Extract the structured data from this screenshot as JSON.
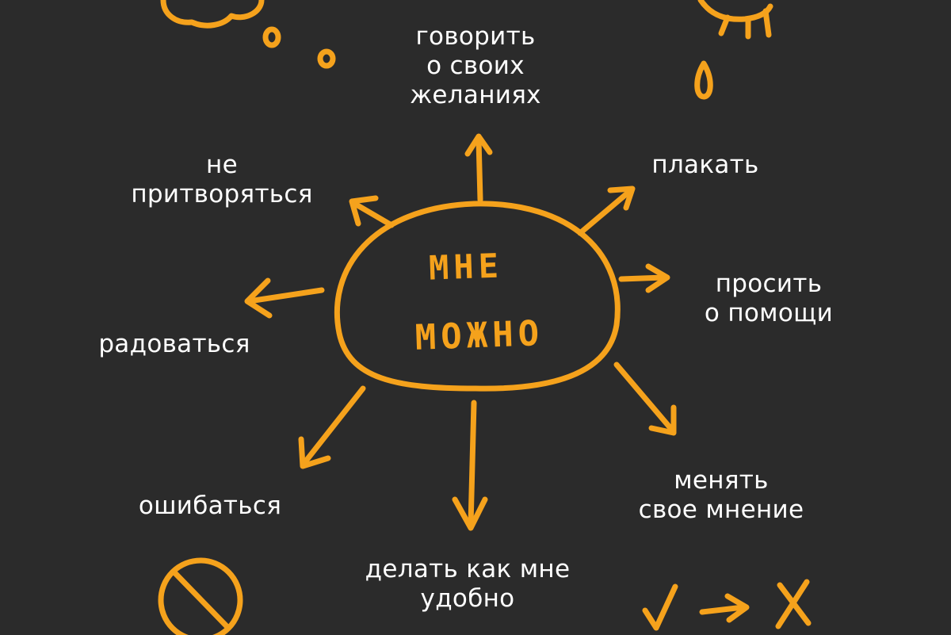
{
  "colors": {
    "background": "#2b2b2b",
    "accent": "#f5a21c",
    "text": "#ffffff"
  },
  "center": {
    "line1": "МНЕ",
    "line2": "МОЖНО"
  },
  "labels": {
    "speak_wishes": "говорить\nо своих\nжеланиях",
    "cry": "плакать",
    "ask_help": "просить\nо помощи",
    "change_mind": "менять\nсвое мнение",
    "do_as_convenient": "делать как мне\nудобно",
    "make_mistakes": "ошибаться",
    "rejoice": "радоваться",
    "not_pretend": "не\nпритворяться"
  },
  "decorations": [
    "sad-cloud-icon",
    "crying-eye-icon",
    "prohibition-sign-icon",
    "check-arrow-cross-icon"
  ]
}
